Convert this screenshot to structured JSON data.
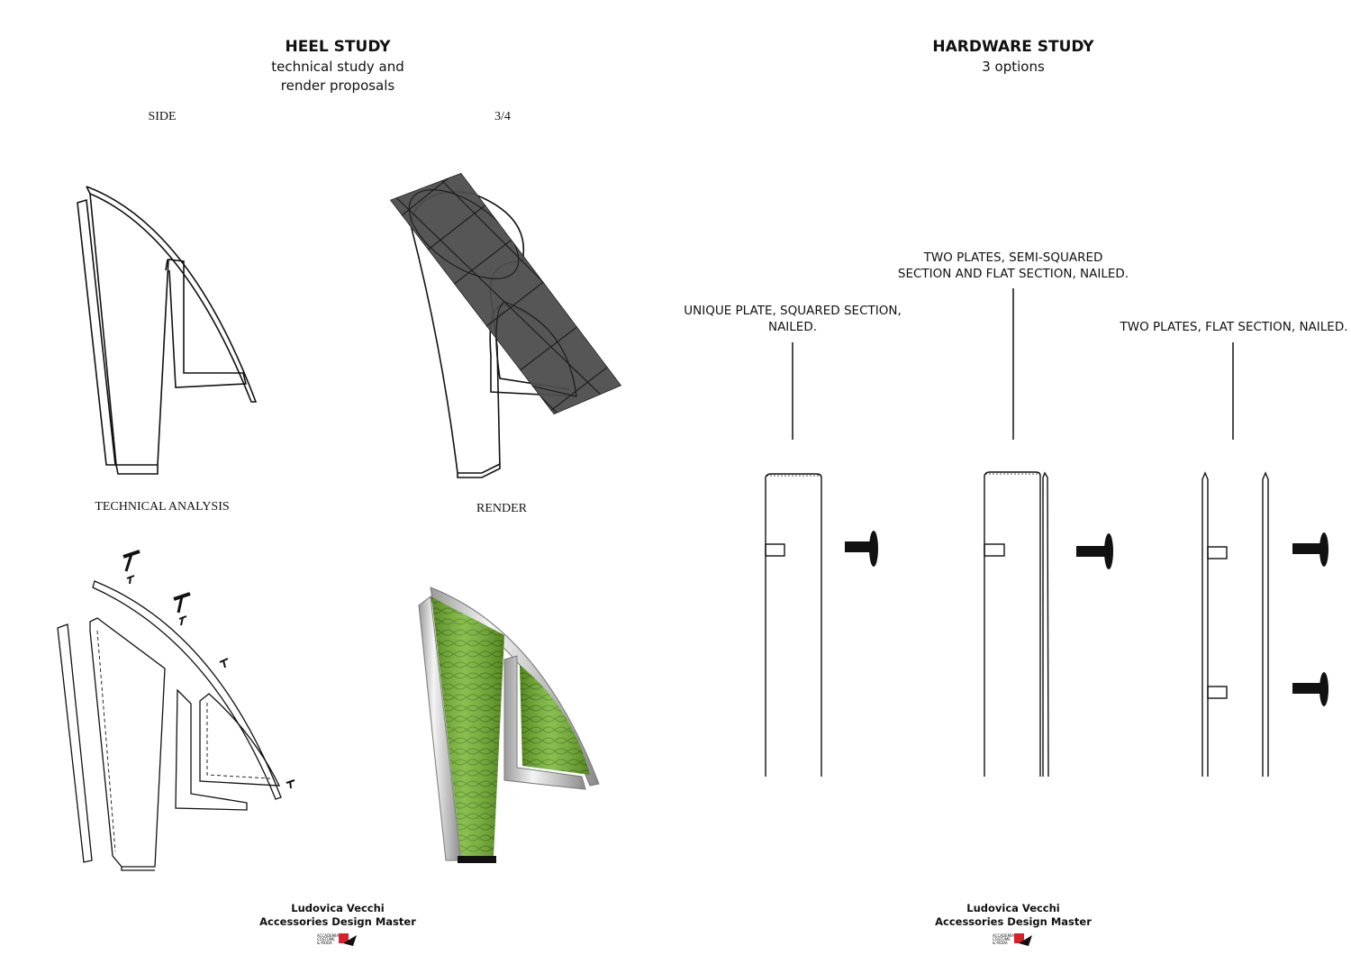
{
  "heel": {
    "title": "HEEL STUDY",
    "subtitle_line1": "technical study and",
    "subtitle_line2": "render proposals",
    "view_side": "SIDE",
    "view_three_quarter": "3/4",
    "technical_analysis": "TECHNICAL ANALYSIS",
    "render": "RENDER",
    "render_color": "#6fb22a",
    "shading_color": "#555555"
  },
  "hardware": {
    "title": "HARDWARE STUDY",
    "subtitle": "3 options",
    "option1_line1": "UNIQUE PLATE, SQUARED SECTION,",
    "option1_line2": "NAILED.",
    "option2_line1": "TWO PLATES, SEMI-SQUARED",
    "option2_line2": "SECTION AND FLAT SECTION, NAILED.",
    "option3_line1": "TWO PLATES, FLAT SECTION, NAILED."
  },
  "credits": {
    "left_name": "Ludovica Vecchi",
    "left_role": "Accessories Design Master",
    "right_name": "Ludovica Vecchi",
    "right_role": "Accessories Design Master",
    "logo_color": "#d8202a"
  }
}
